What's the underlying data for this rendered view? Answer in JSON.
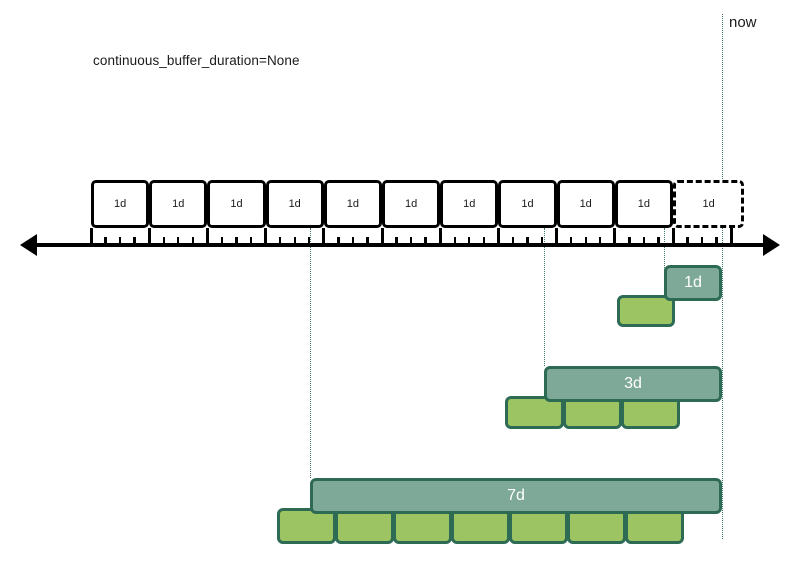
{
  "figure": {
    "caption": "continuous_buffer_duration=None",
    "now_label": "now"
  },
  "colors": {
    "teal_fill": "#7ea998",
    "green_fill": "#9cc462",
    "bar_border": "#2e6b55",
    "guide": "#3d7a66",
    "axis": "#000000",
    "text": "#1a1a1a"
  },
  "timeline": {
    "boxes": [
      {
        "label": "1d",
        "style": "solid"
      },
      {
        "label": "1d",
        "style": "solid"
      },
      {
        "label": "1d",
        "style": "solid"
      },
      {
        "label": "1d",
        "style": "solid"
      },
      {
        "label": "1d",
        "style": "solid"
      },
      {
        "label": "1d",
        "style": "solid"
      },
      {
        "label": "1d",
        "style": "solid"
      },
      {
        "label": "1d",
        "style": "solid"
      },
      {
        "label": "1d",
        "style": "solid"
      },
      {
        "label": "1d",
        "style": "solid"
      },
      {
        "label": "1d",
        "style": "dashed"
      }
    ]
  },
  "rows": [
    {
      "name": "1d-retention",
      "bar_label": "1d",
      "tile_count": 1
    },
    {
      "name": "3d-retention",
      "bar_label": "3d",
      "tile_count": 3
    },
    {
      "name": "7d-retention",
      "bar_label": "7d",
      "tile_count": 7
    }
  ],
  "guides": [
    {
      "name": "guide-7d"
    },
    {
      "name": "guide-3d"
    },
    {
      "name": "guide-1d"
    },
    {
      "name": "guide-now"
    }
  ]
}
